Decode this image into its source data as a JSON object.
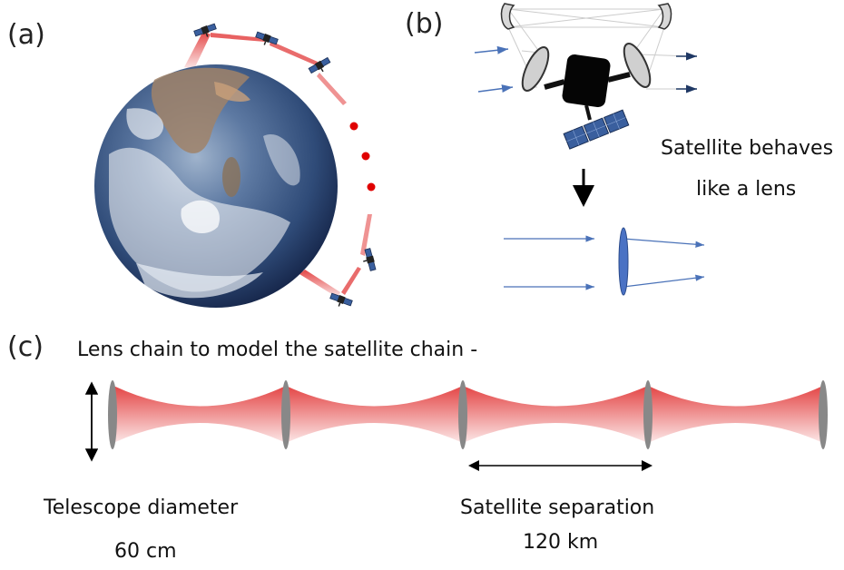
{
  "colors": {
    "beam": "#e23b3b",
    "dot": "#e00000",
    "arrow": "#4a72b8",
    "lens_gray": "#888888",
    "lens_blue": "#4a72c4",
    "solar_panel": "#3a5f9e"
  },
  "panel_a": {
    "label": "(a)"
  },
  "panel_b": {
    "label": "(b)",
    "caption_line1": "Satellite behaves",
    "caption_line2": "like a lens"
  },
  "panel_c": {
    "label": "(c)",
    "title": "Lens chain to model the satellite chain -",
    "diameter_label": "Telescope diameter",
    "diameter_value": "60 cm",
    "separation_label": "Satellite separation",
    "separation_value": "120 km"
  }
}
